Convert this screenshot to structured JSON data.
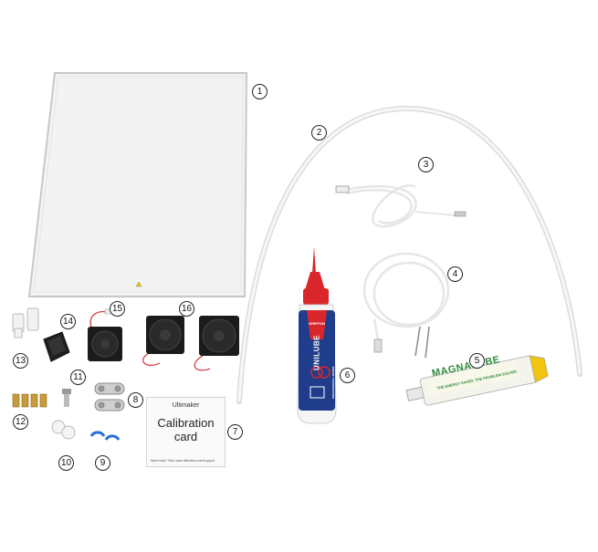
{
  "callouts": [
    "1",
    "2",
    "3",
    "4",
    "5",
    "6",
    "7",
    "8",
    "9",
    "10",
    "11",
    "12",
    "13",
    "14",
    "15",
    "16"
  ],
  "calibration_card": {
    "brand": "Ultimaker",
    "title_line1": "Calibration",
    "title_line2": "card",
    "footer": "Need help? Visit: www.ultimaker.com/support"
  },
  "lube_bottle": {
    "brand": "GRIFFON",
    "product": "UNILUBE",
    "side_text": "PROFESSIONAL SERIES"
  },
  "grease_tube": {
    "product": "MAGNALUBE",
    "tagline": "THE ENERGY SAVER. THE PROBLEM SOLVER."
  },
  "colors": {
    "glass": "#f2f2f2",
    "bottle_cap": "#d9262b",
    "bottle_body": "#1f3d8a",
    "tube_label": "#2e8b3a",
    "clips": "#2a6fd6"
  }
}
